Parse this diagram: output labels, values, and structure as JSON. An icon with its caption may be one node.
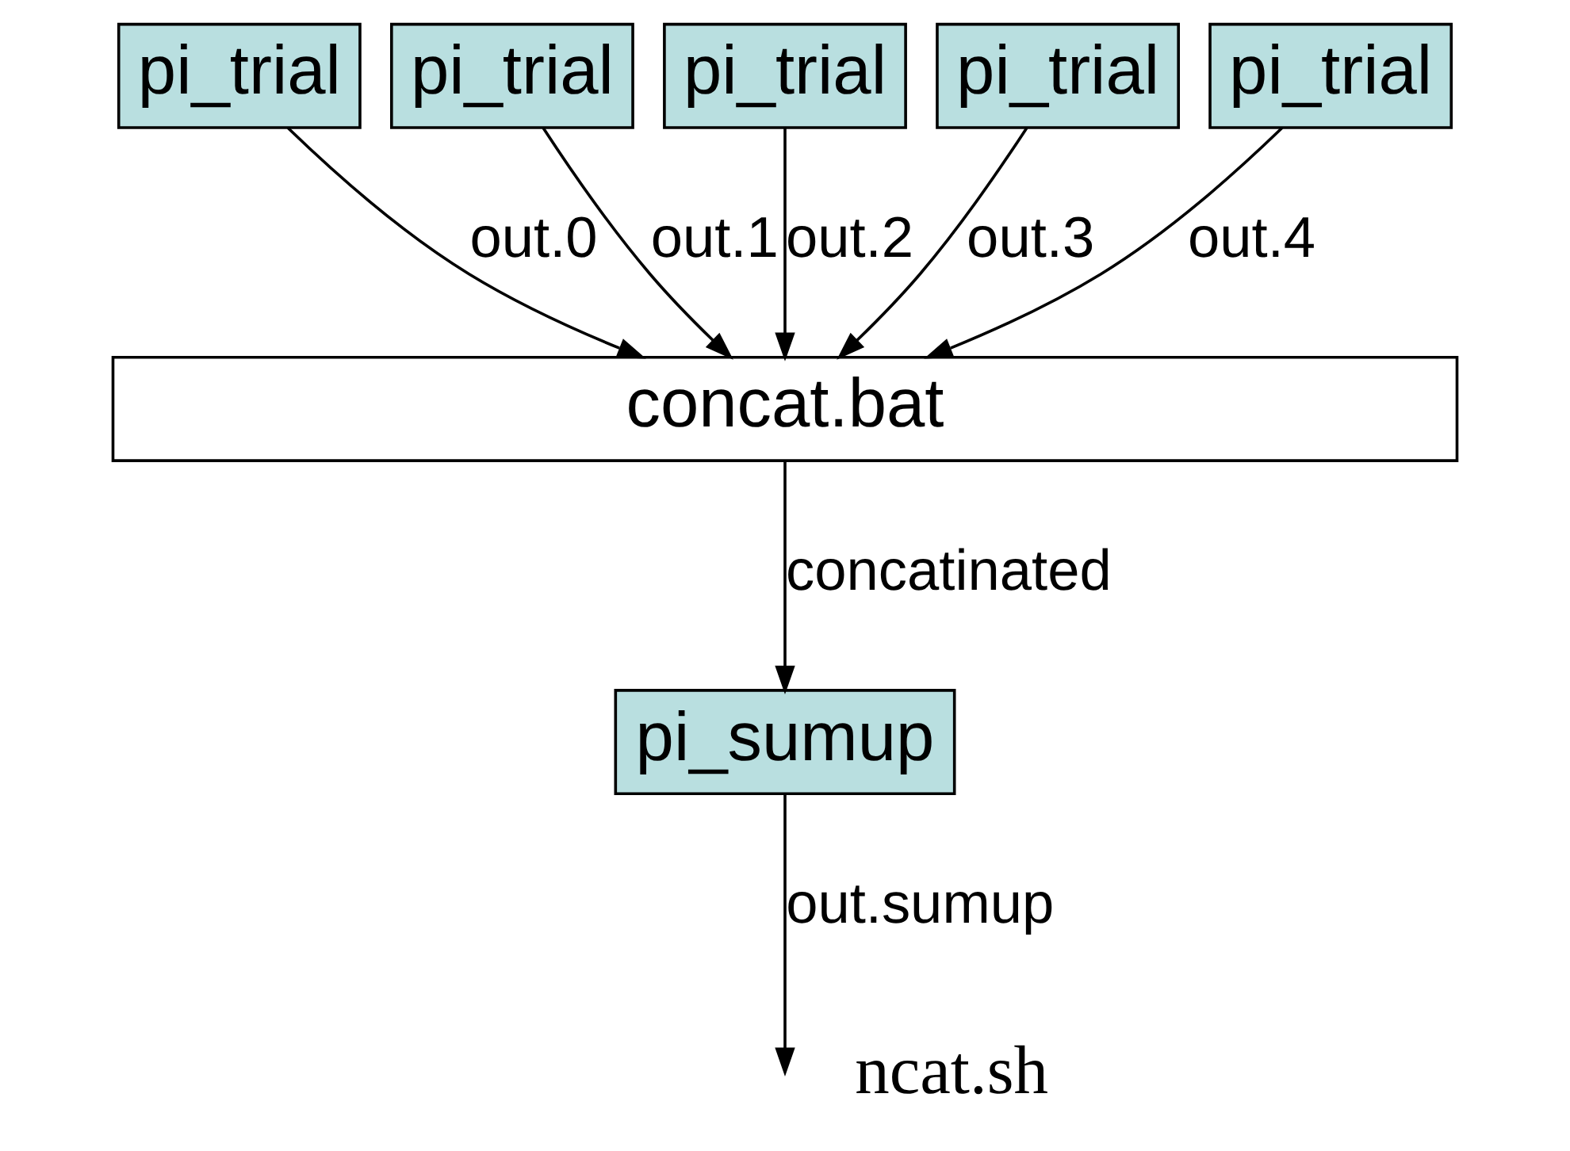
{
  "diagram": {
    "nodes": [
      {
        "text": [
          "pi_trial"
        ]
      },
      {
        "text": [
          "pi_trial"
        ]
      },
      {
        "text": [
          "pi_trial"
        ]
      },
      {
        "text": [
          "pi_trial"
        ]
      },
      {
        "text": [
          "pi_trial"
        ]
      },
      {
        "text": [
          "concat.bat"
        ]
      },
      {
        "text": [
          "pi_sumup"
        ]
      }
    ],
    "edges": [
      {
        "from": 0,
        "to": 5,
        "arrow": "to",
        "label": "out.0"
      },
      {
        "from": 1,
        "to": 5,
        "arrow": "to",
        "label": "out.1"
      },
      {
        "from": 2,
        "to": 5,
        "arrow": "to",
        "label": "out.2"
      },
      {
        "from": 3,
        "to": 5,
        "arrow": "to",
        "label": "out.3"
      },
      {
        "from": 4,
        "to": 5,
        "arrow": "to",
        "label": "out.4"
      },
      {
        "from": 5,
        "to": 6,
        "arrow": "to",
        "label": "concatinated"
      },
      {
        "from": 6,
        "to": null,
        "arrow": "to",
        "label": "out.sumup"
      }
    ],
    "labels": [
      "ncat.sh"
    ]
  }
}
